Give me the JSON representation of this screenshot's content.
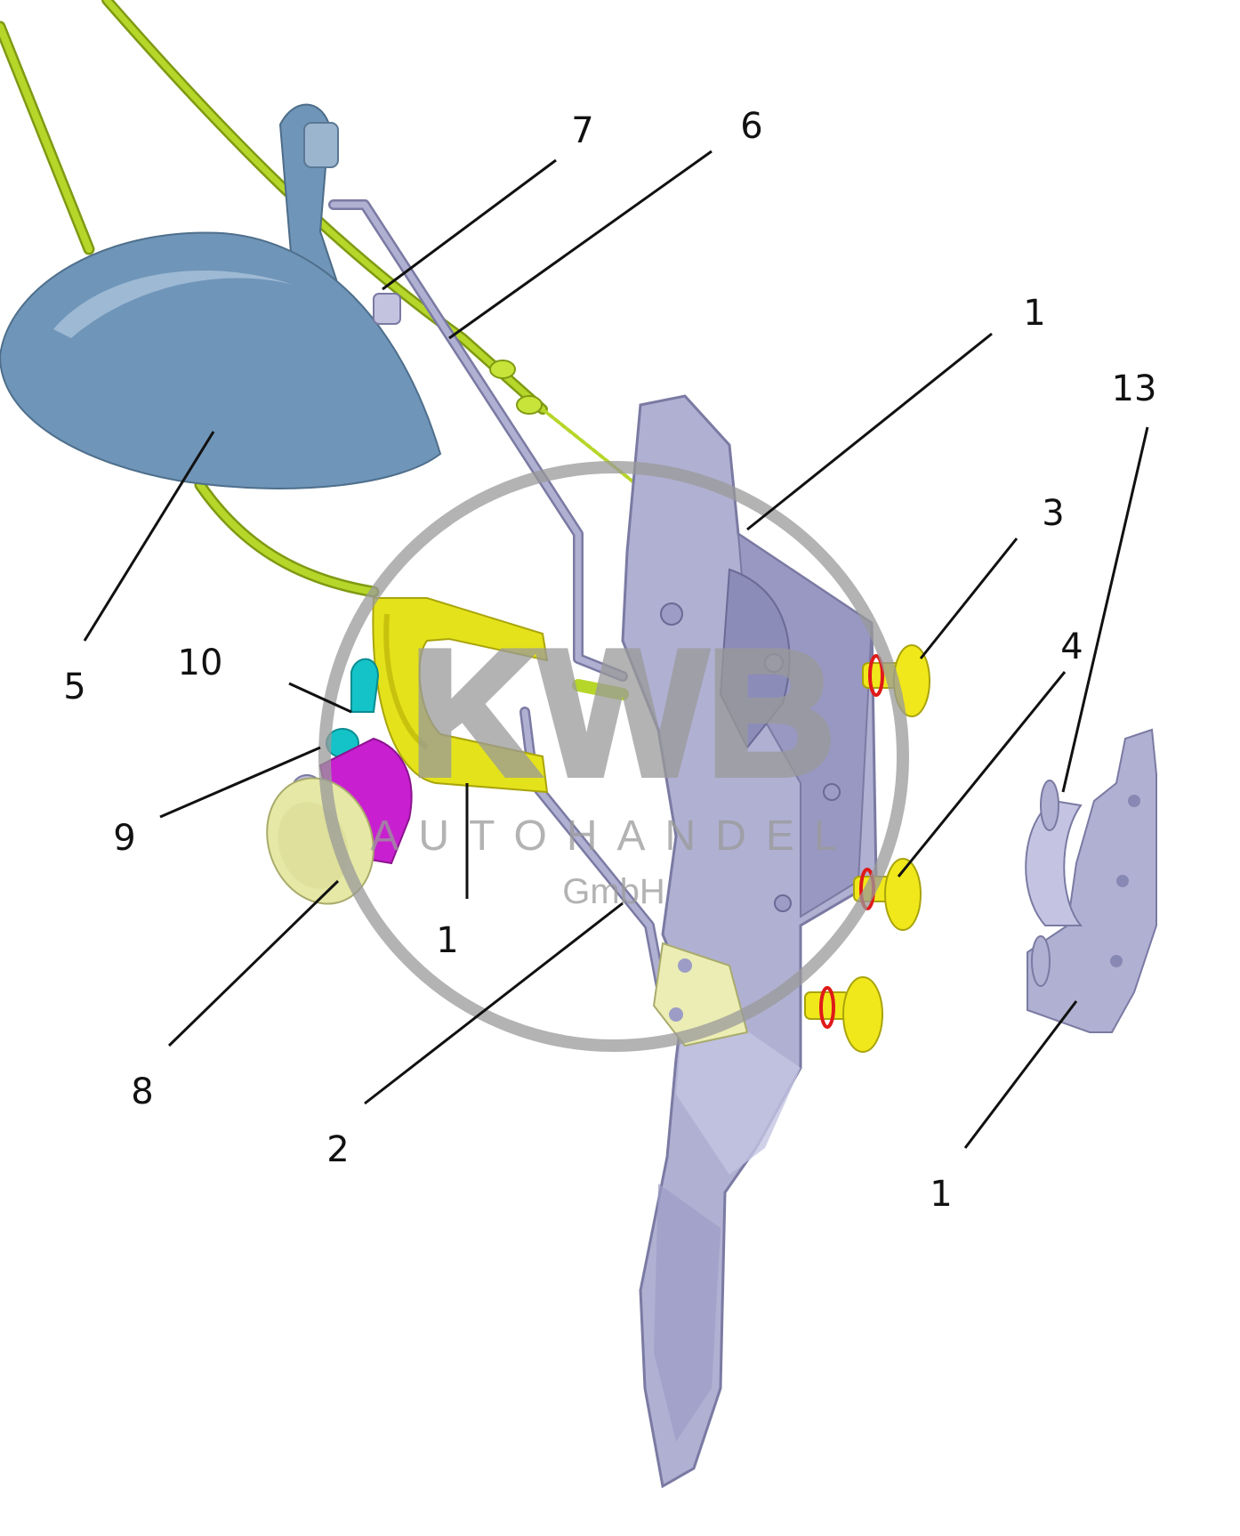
{
  "watermark": {
    "logo": "KWB",
    "line1": "AUTOHANDEL",
    "line2": "GmbH",
    "color": "#9a9a9a"
  },
  "callouts": [
    {
      "id": "c7",
      "text": "7"
    },
    {
      "id": "c6",
      "text": "6"
    },
    {
      "id": "c1a",
      "text": "1"
    },
    {
      "id": "c13",
      "text": "13"
    },
    {
      "id": "c3",
      "text": "3"
    },
    {
      "id": "c4",
      "text": "4"
    },
    {
      "id": "c5",
      "text": "5"
    },
    {
      "id": "c10",
      "text": "10"
    },
    {
      "id": "c9",
      "text": "9"
    },
    {
      "id": "c1b",
      "text": "1"
    },
    {
      "id": "c8",
      "text": "8"
    },
    {
      "id": "c2",
      "text": "2"
    },
    {
      "id": "c1c",
      "text": "1"
    }
  ],
  "colors": {
    "handle_blue": "#6f95b8",
    "cable_green": "#b6d62a",
    "lock_lavender": "#b0b0d2",
    "bracket_yellow": "#e4e21a",
    "clip_cyan": "#14c3c8",
    "cylinder_magenta": "#c81fd0",
    "cap_cream": "#e6e8a6",
    "bolt_yellow": "#f0e81a",
    "ring_red": "#e01a1a"
  }
}
